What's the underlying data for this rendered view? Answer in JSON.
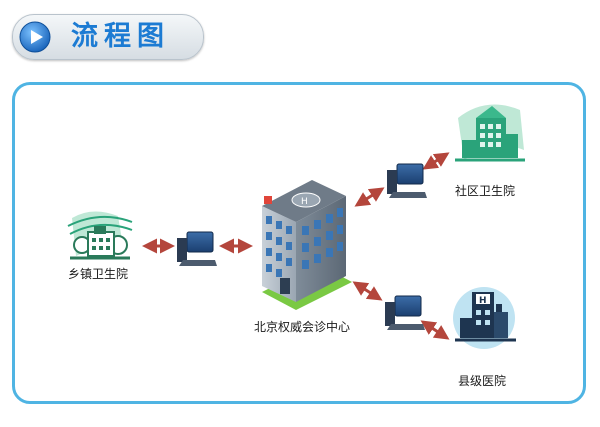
{
  "title": "流程图",
  "nodes": {
    "township": {
      "label": "乡镇卫生院",
      "icon": "rural-clinic-icon"
    },
    "center": {
      "label": "北京权威会诊中心",
      "icon": "hospital-tower-icon"
    },
    "community": {
      "label": "社区卫生院",
      "icon": "community-clinic-icon"
    },
    "county": {
      "label": "县级医院",
      "icon": "county-hospital-icon"
    }
  },
  "colors": {
    "title_text": "#1c7bd3",
    "frame_border": "#4fb4e3",
    "arrow": "#b4463c",
    "clinic_green": "#2aa37a",
    "hospital_blue": "#5aa6d6"
  }
}
